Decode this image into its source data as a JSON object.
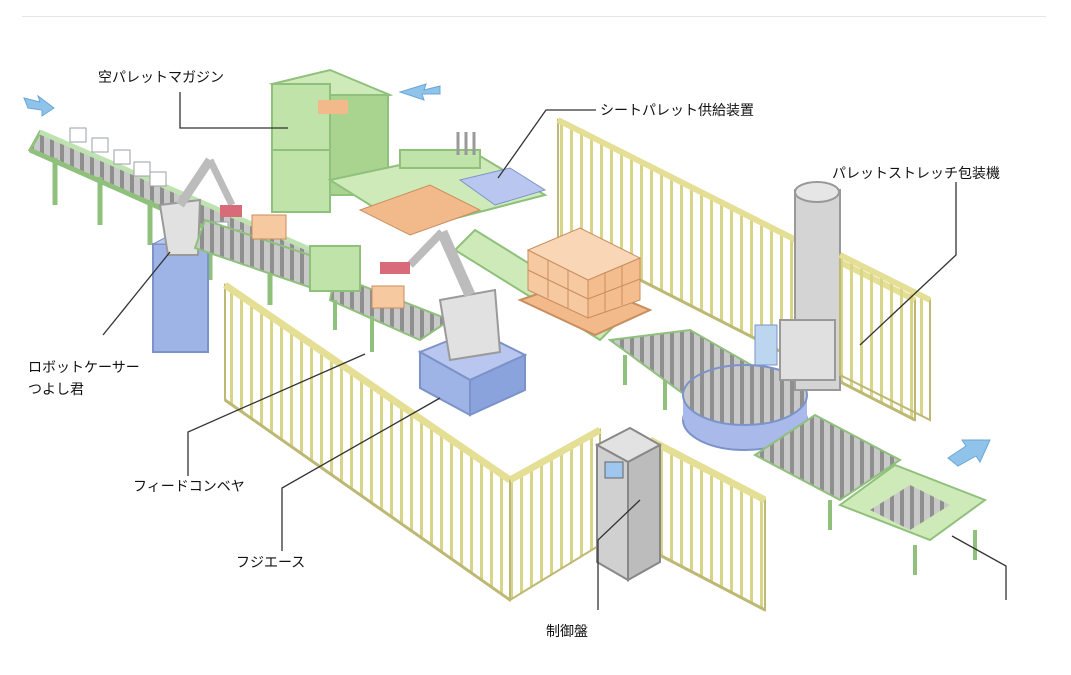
{
  "labels": {
    "empty_pallet_magazine": "空パレットマガジン",
    "sheet_pallet_feeder": "シートパレット供給装置",
    "pallet_stretch_wrapper": "パレットストレッチ包装機",
    "robot_caser_line1": "ロボットケーサー",
    "robot_caser_line2": "つよし君",
    "feed_conveyor": "フィードコンベヤ",
    "fujiace": "フジエース",
    "control_panel": "制御盤"
  },
  "colors": {
    "conveyor_frame": "#bfe3b0",
    "conveyor_frame_dark": "#8fc07c",
    "rollers": "#9a9a9a",
    "fence": "#e9e5a6",
    "fence_dark": "#bdb873",
    "robot_base": "#9fb4e6",
    "robot_body": "#d8d8d8",
    "carton": "#f6c9a0",
    "pallet": "#f2b98a",
    "magazine": "#bfe3a8",
    "wrapper": "#d4d4d4",
    "flow_arrow": "#8fc3ea",
    "leader_line": "#333333"
  },
  "icons": [
    "flow-arrow-icon"
  ]
}
